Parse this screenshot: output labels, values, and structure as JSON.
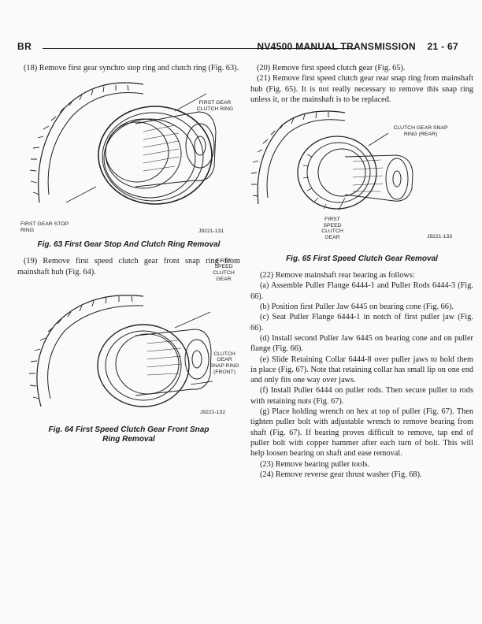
{
  "header": {
    "left": "BR",
    "title": "NV4500 MANUAL TRANSMISSION",
    "page": "21 - 67"
  },
  "left": {
    "step18": "(18) Remove first gear synchro stop ring and clutch ring (Fig. 63).",
    "fig63": {
      "label_top": "FIRST GEAR CLUTCH RING",
      "label_bottom": "FIRST GEAR STOP RING",
      "fig_id": "J9221-131",
      "caption": "Fig. 63 First Gear Stop And Clutch Ring Removal"
    },
    "step19": "(19) Remove first speed clutch gear front snap ring from mainshaft hub (Fig. 64).",
    "fig64": {
      "label_top": "FIRST SPEED CLUTCH GEAR",
      "label_right": "CLUTCH GEAR SNAP RING (FRONT)",
      "fig_id": "J9221-132",
      "caption": "Fig. 64 First Speed Clutch Gear Front Snap Ring Removal"
    }
  },
  "right": {
    "step20": "(20) Remove first speed clutch gear (Fig. 65).",
    "step21": "(21) Remove first speed clutch gear rear snap ring from mainshaft hub (Fig. 65). It is not really necessary to remove this snap ring unless it, or the mainshaft is to be replaced.",
    "fig65": {
      "label_top": "CLUTCH GEAR SNAP RING (REAR)",
      "label_bottom": "FIRST SPEED CLUTCH GEAR",
      "fig_id": "J9221-133",
      "caption": "Fig. 65 First Speed Clutch Gear Removal"
    },
    "step22": "(22) Remove mainshaft rear bearing as follows:",
    "step22a": "(a) Assemble Puller Flange 6444-1 and Puller Rods 6444-3 (Fig. 66).",
    "step22b": "(b) Position first Puller Jaw 6445 on bearing cone (Fig. 66).",
    "step22c": "(c) Seat Puller Flange 6444-1 in notch of first puller jaw (Fig. 66).",
    "step22d": "(d) Install second Puller Jaw 6445 on bearing cone and on puller flange (Fig. 66).",
    "step22e": "(e) Slide Retaining Collar 6444-8 over puller jaws to hold them in place (Fig. 67). Note that retaining collar has small lip on one end and only fits one way over jaws.",
    "step22f": "(f) Install Puller 6444 on puller rods. Then secure puller to rods with retaining nuts (Fig. 67).",
    "step22g": "(g) Place holding wrench on hex at top of puller (Fig. 67). Then tighten puller bolt with adjustable wrench to remove bearing from shaft (Fig. 67). If bearing proves difficult to remove, tap end of puller bolt with copper hammer after each turn of bolt. This will help loosen bearing on shaft and ease removal.",
    "step23": "(23) Remove bearing puller tools.",
    "step24": "(24) Remove reverse gear thrust washer (Fig. 68)."
  }
}
